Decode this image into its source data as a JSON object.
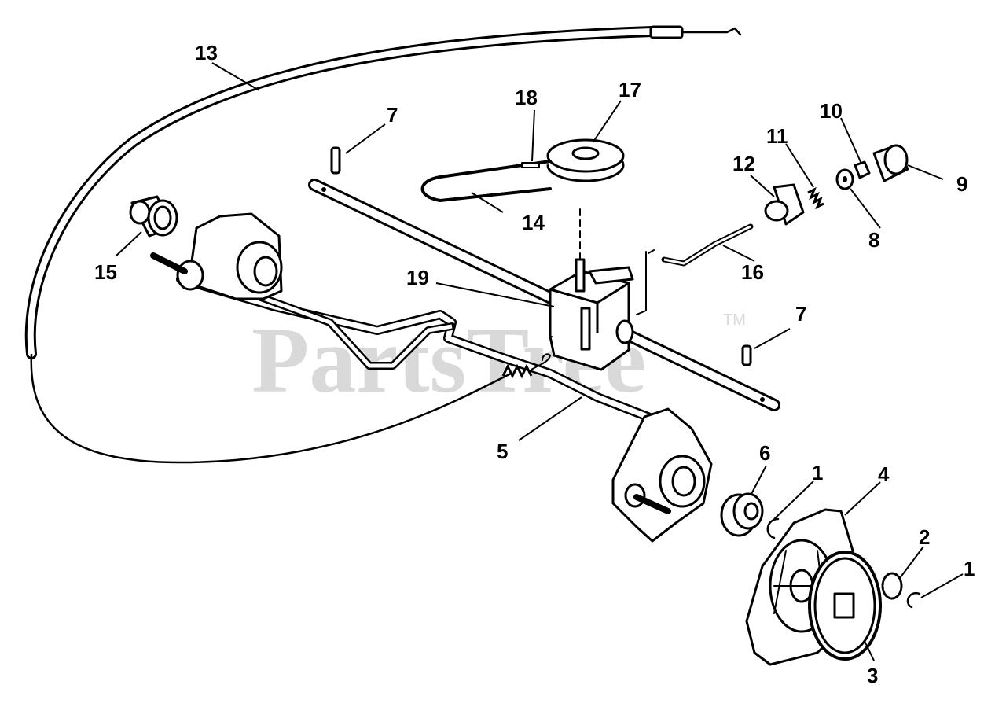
{
  "watermark": {
    "text": "PartsTree",
    "tm": "TM"
  },
  "callouts": {
    "c1a": "1",
    "c1b": "1",
    "c2": "2",
    "c3": "3",
    "c4": "4",
    "c5": "5",
    "c6": "6",
    "c7a": "7",
    "c7b": "7",
    "c8": "8",
    "c9": "9",
    "c10": "10",
    "c11": "11",
    "c12": "12",
    "c13": "13",
    "c14": "14",
    "c15": "15",
    "c16": "16",
    "c17": "17",
    "c18": "18",
    "c19": "19"
  }
}
